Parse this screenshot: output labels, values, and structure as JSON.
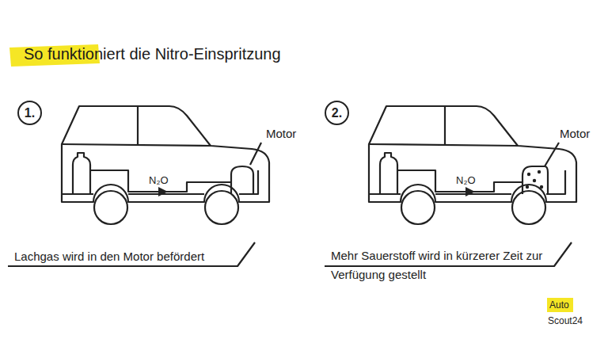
{
  "diagram": {
    "title": "So funktioniert die Nitro-Einspritzung",
    "nodes": [
      {
        "text": [
          "1."
        ]
      },
      {
        "text": [
          "2."
        ]
      }
    ],
    "labels": [
      "Motor",
      "N₂O",
      "Lachgas wird in den Motor befördert",
      "Motor",
      "N₂O",
      "Mehr Sauerstoff wird in kürzerer Zeit zur Verfügung gestellt",
      "Auto",
      "Scout24"
    ]
  }
}
